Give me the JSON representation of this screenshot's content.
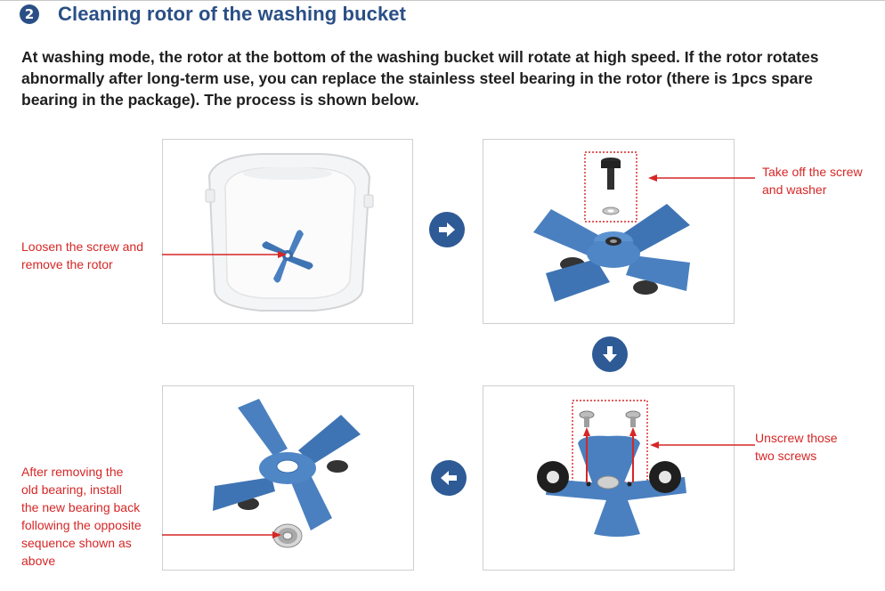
{
  "section": {
    "step_number": "2",
    "title": "Cleaning rotor of the washing bucket"
  },
  "intro": "At washing mode, the rotor at the bottom of the washing bucket will rotate at high speed. If the rotor rotates abnormally after long-term use, you can replace the stainless steel bearing in the rotor (there is 1pcs spare bearing in the package). The process is shown below.",
  "steps": [
    {
      "caption": [
        "Loosen the screw and",
        "remove the rotor"
      ]
    },
    {
      "caption": [
        "Take off the screw",
        "and washer"
      ]
    },
    {
      "caption": [
        "Unscrew those",
        "two screws"
      ]
    },
    {
      "caption": [
        "After removing the",
        "old bearing, install",
        "the new bearing back",
        "following the opposite",
        "sequence shown as",
        "above"
      ]
    }
  ],
  "flow_arrows": [
    "arrow-right",
    "arrow-down",
    "arrow-left"
  ],
  "colors": {
    "heading": "#2a4f86",
    "callout": "#d62626",
    "rotor": "#4a80c0",
    "arrow_button": "#2e5a96"
  }
}
